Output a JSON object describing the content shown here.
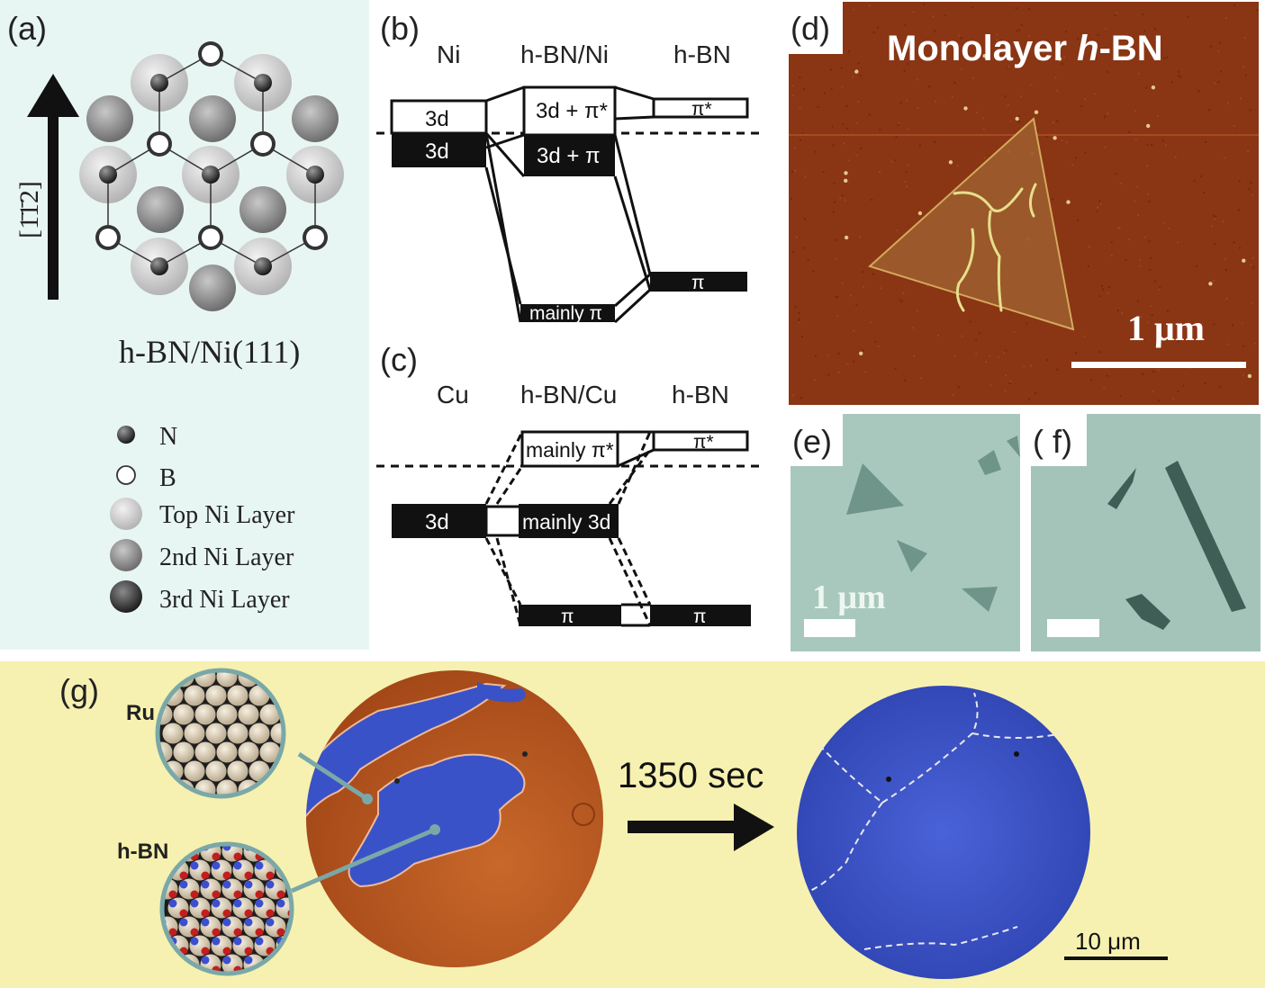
{
  "panels": {
    "a": {
      "label": "(a)",
      "direction": "[1̄1̄2]",
      "title": "h-BN/Ni(111)",
      "legend": [
        {
          "label": "N",
          "icon": "nitrogen-atom-icon"
        },
        {
          "label": "B",
          "icon": "boron-atom-icon"
        },
        {
          "label": "Top Ni Layer",
          "icon": "top-ni-atom-icon"
        },
        {
          "label": "2nd Ni Layer",
          "icon": "second-ni-atom-icon"
        },
        {
          "label": "3rd Ni Layer",
          "icon": "third-ni-atom-icon"
        }
      ],
      "background": "#e8f6f3"
    },
    "b": {
      "label": "(b)",
      "col_left": "Ni",
      "col_mid": "h-BN/Ni",
      "col_right": "h-BN",
      "ni_upper": "3d",
      "ni_lower": "3d",
      "mid_upper": "3d + π*",
      "mid_lower": "3d + π",
      "mid_bottom": "mainly π",
      "hbn_upper": "π*",
      "hbn_lower": "π"
    },
    "c": {
      "label": "(c)",
      "col_left": "Cu",
      "col_mid": "h-BN/Cu",
      "col_right": "h-BN",
      "cu_level": "3d",
      "mid_upper": "mainly π*",
      "mid_middle": "mainly 3d",
      "mid_bottom": "π",
      "hbn_upper": "π*",
      "hbn_lower": "π"
    },
    "d": {
      "label": "(d)",
      "title_prefix": "Monolayer ",
      "title_italic": "h",
      "title_suffix": "-BN",
      "scale": "1 μm",
      "background": "#8a3514"
    },
    "e": {
      "label": "(e)",
      "scale": "1 μm",
      "background": "#a9c8bd"
    },
    "f": {
      "label": "( f)",
      "background": "#a4c4b9"
    },
    "g": {
      "label": "(g)",
      "ru_label": "Ru",
      "hbn_label": "h-BN",
      "time": "1350 sec",
      "scale": "10 μm",
      "background": "#f6f1b0",
      "blue": "#3a52c8",
      "orange": "#b9561c"
    }
  }
}
